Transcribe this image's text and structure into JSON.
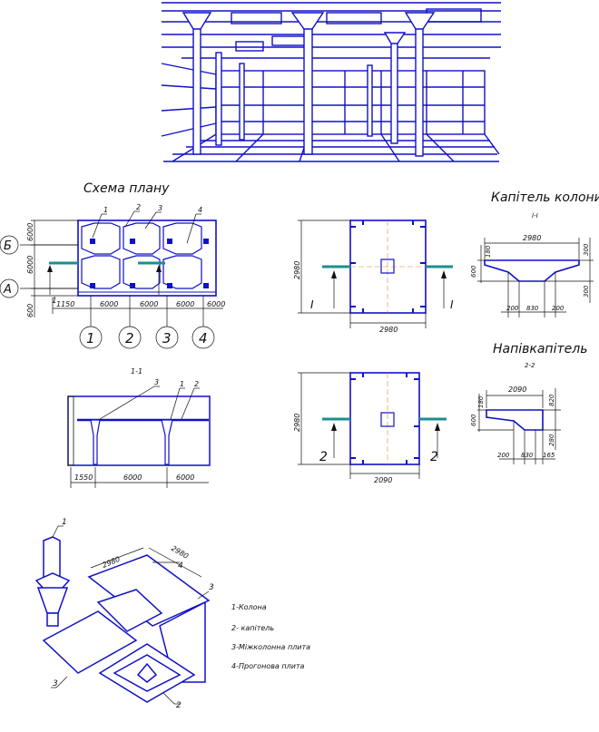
{
  "plan": {
    "title": "Схема плану",
    "axis_letters": [
      "Б",
      "А"
    ],
    "axis_numbers": [
      "1",
      "2",
      "3",
      "4"
    ],
    "dims_bottom": [
      "1150",
      "6000",
      "6000",
      "6000",
      "6000"
    ],
    "dims_left": [
      "6000",
      "6000",
      "600"
    ],
    "callouts": [
      "1",
      "2",
      "3",
      "4"
    ],
    "cut_mark": "1"
  },
  "section_1_1": {
    "title": "1-1",
    "callouts": [
      "3",
      "1",
      "2"
    ],
    "dims": [
      "1550",
      "6000",
      "6000"
    ]
  },
  "plan_view_1": {
    "dim_height": "2980",
    "dim_width": "2980",
    "cut_marks": [
      "I",
      "I"
    ]
  },
  "plan_view_2": {
    "dim_height": "2980",
    "dim_width": "2090",
    "cut_marks": [
      "2",
      "2"
    ]
  },
  "capital": {
    "title": "Капітель колони",
    "section": "I-I",
    "dim_top": "2980",
    "dim_left": [
      "180",
      "600"
    ],
    "dim_right": [
      "300",
      "300"
    ],
    "dim_bottom": [
      "200",
      "830",
      "200"
    ]
  },
  "half_capital": {
    "title": "Напівкапітель",
    "section": "2-2",
    "dim_top": "2090",
    "dim_left": [
      "180",
      "600"
    ],
    "dim_right": [
      "820",
      "280"
    ],
    "dim_bottom": [
      "200",
      "830",
      "165"
    ]
  },
  "iso": {
    "callouts": [
      "1",
      "2",
      "3",
      "3",
      "4"
    ],
    "dims": [
      "2980",
      "2980"
    ]
  },
  "legend": [
    "1-Колона",
    "2- капітель",
    "3-Міжколонна плита",
    "4-Прогонова плита"
  ]
}
